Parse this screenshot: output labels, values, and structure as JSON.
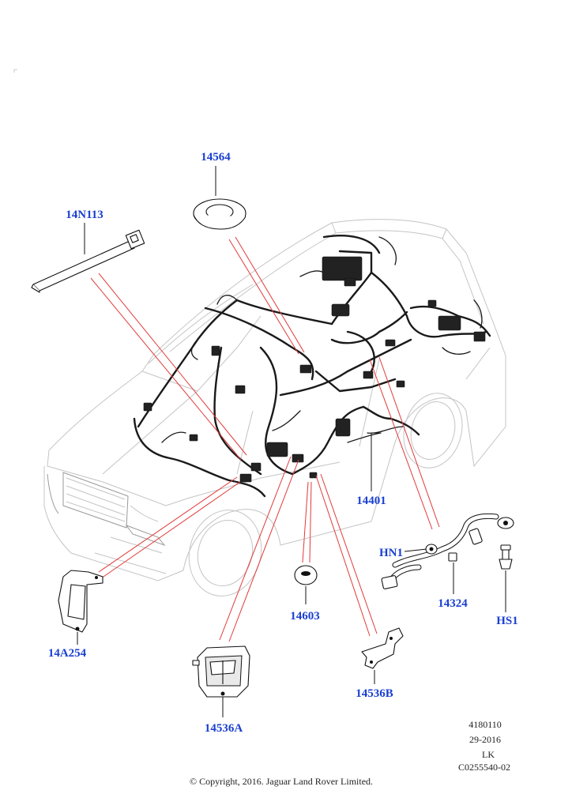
{
  "diagram": {
    "parts": {
      "p14564": "14564",
      "p14N113": "14N113",
      "p14401": "14401",
      "pHN1": "HN1",
      "p14324": "14324",
      "pHS1": "HS1",
      "p14603": "14603",
      "p14A254": "14A254",
      "p14536B": "14536B",
      "p14536A": "14536A"
    },
    "reference": {
      "illustration_number": "4180110",
      "date_code": "29-2016",
      "author": "LK",
      "drawing_code": "C0255540-02"
    },
    "copyright": "© Copyright, 2016. Jaguar Land Rover Limited."
  },
  "colors": {
    "label": "#1a3fd0",
    "leader": "#e23a3a",
    "harness": "#1a1a1a",
    "vehicle_outline": "#c4c4c4"
  }
}
